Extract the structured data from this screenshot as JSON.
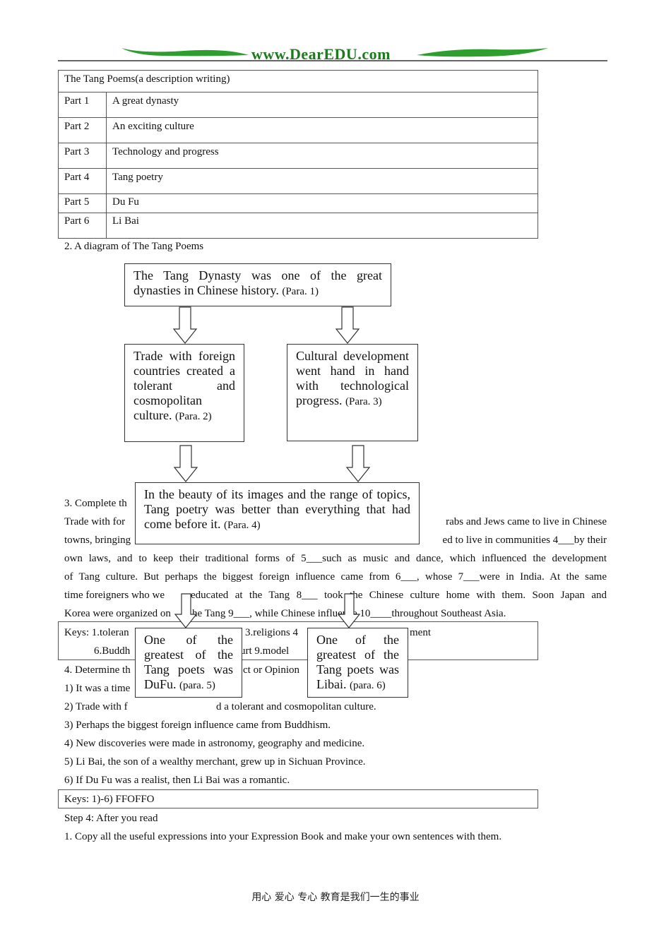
{
  "header": {
    "site": "www.DearEDU.com"
  },
  "table": {
    "title": "The Tang Poems(a description writing)",
    "rows": [
      {
        "part": "Part 1",
        "topic": "A great dynasty"
      },
      {
        "part": "Part 2",
        "topic": "An exciting culture"
      },
      {
        "part": "Part 3",
        "topic": "Technology and progress"
      },
      {
        "part": "Part 4",
        "topic": "Tang poetry"
      },
      {
        "part": "Part 5",
        "topic": "Du Fu"
      },
      {
        "part": "Part 6",
        "topic": "Li Bai"
      }
    ]
  },
  "diagram": {
    "heading": "2. A diagram of The Tang Poems",
    "box1": {
      "text": "The Tang Dynasty was one of the great dynasties in Chinese history.",
      "para": "(Para. 1)"
    },
    "box2": {
      "text": "Trade with foreign countries created a tolerant and cosmopolitan culture.",
      "para": "(Para. 2)"
    },
    "box3": {
      "text": "Cultural development went hand in hand with technological progress.",
      "para": "(Para. 3)"
    },
    "box4": {
      "text": "In the beauty of its images and the range of topics, Tang poetry was better than everything that had come before it.",
      "para": "(Para. 4)"
    },
    "box5": {
      "text": "One of the greatest of the Tang poets was DuFu.",
      "para": "(para. 5)"
    },
    "box6": {
      "text": "One of the greatest of the Tang poets was Libai.",
      "para": "(para. 6)"
    }
  },
  "section3": {
    "heading_visible": "3. Complete th",
    "lines": [
      {
        "left": "Trade with for",
        "right": "rabs and Jews came to live in Chinese"
      },
      {
        "left": "towns, bringing",
        "mid": "___",
        "right": "ed to live in communities 4___by their"
      },
      {
        "full": "own laws, and to keep their traditional forms of 5___such as music and dance, which influenced the development"
      },
      {
        "full": "of Tang culture. But perhaps the biggest foreign influence came from 6___, whose 7___were in India. At the same"
      },
      {
        "left": "time foreigners who we",
        "right": "educated at the Tang 8___ took the Chinese culture home with them. Soon Japan and"
      },
      {
        "left": "Korea were organized on",
        "right": "he Tang 9___, while Chinese influence 10____throughout Southeast Asia."
      }
    ],
    "keys_line1": {
      "a": "Keys: 1.toleran",
      "b": "3.religions  4",
      "c": "ment"
    },
    "keys_line2": {
      "a": "6.Buddh",
      "b": "urt   9.model"
    }
  },
  "section4": {
    "heading_visible": {
      "a": "4. Determine th",
      "b": "ct or Opinion"
    },
    "items": [
      {
        "a": "1) It was a time"
      },
      {
        "a": "2) Trade with f",
        "b": "d a tolerant and cosmopolitan culture."
      },
      {
        "a": "3) Perhaps the biggest foreign influence came from Buddhism."
      },
      {
        "a": "4) New discoveries were made in astronomy, geography and medicine."
      },
      {
        "a": "5) Li Bai, the son of a wealthy merchant, grew up in Sichuan Province."
      },
      {
        "a": "6) If Du Fu was a realist, then Li Bai was a romantic."
      }
    ],
    "keys": "Keys: 1)-6) FFOFFO"
  },
  "step4": {
    "heading": "Step 4: After you read",
    "item1": "1. Copy all the useful expressions into your Expression Book and make your own sentences with them."
  },
  "footer": {
    "text": "用心 爱心 专心   教育是我们一生的事业"
  }
}
